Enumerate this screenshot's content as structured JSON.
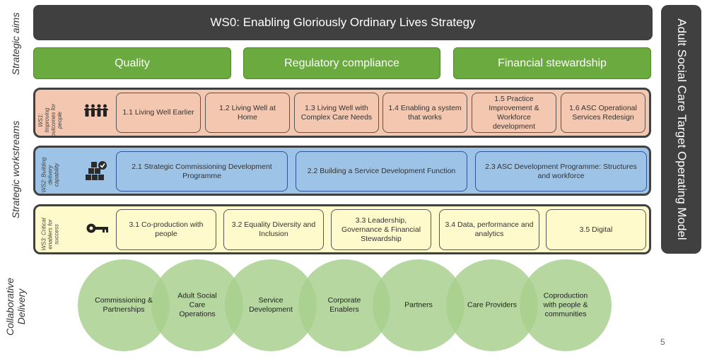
{
  "side_labels": {
    "strategic_aims": "Strategic aims",
    "strategic_workstreams": "Strategic workstreams",
    "collaborative_delivery": "Collaborative Delivery"
  },
  "title": "WS0: Enabling Gloriously Ordinary Lives Strategy",
  "aims": [
    "Quality",
    "Regulatory compliance",
    "Financial stewardship"
  ],
  "right_banner": "Adult Social Care Target Operating Model",
  "ws1": {
    "label": "WS1: Improving outcomes for people",
    "icon": "people-icon",
    "color": "#f4c7b0",
    "items": [
      "1.1 Living Well Earlier",
      "1.2 Living Well at Home",
      "1.3 Living Well with Complex Care Needs",
      "1.4 Enabling a system that works",
      "1.5 Practice Improvement & Workforce development",
      "1.6 ASC Operational Services Redesign"
    ]
  },
  "ws2": {
    "label": "WS2: Building delivery capability",
    "icon": "blocks-check-icon",
    "color": "#9dc3e6",
    "items": [
      "2.1 Strategic Commissioning Development Programme",
      "2.2 Building a Service Development Function",
      "2.3 ASC Development Programme: Structures and workforce"
    ]
  },
  "ws3": {
    "label": "WS3: Critical enablers for success",
    "icon": "key-icon",
    "color": "#fffacc",
    "items": [
      "3.1 Co-production with people",
      "3.2 Equality Diversity and Inclusion",
      "3.3 Leadership, Governance & Financial Stewardship",
      "3.4 Data, performance and analytics",
      "3.5 Digital"
    ]
  },
  "delivery": [
    "Commissioning & Partnerships",
    "Adult Social Care Operations",
    "Service Development",
    "Corporate Enablers",
    "Partners",
    "Care Providers",
    "Coproduction with people & communities"
  ],
  "page_number": "5"
}
